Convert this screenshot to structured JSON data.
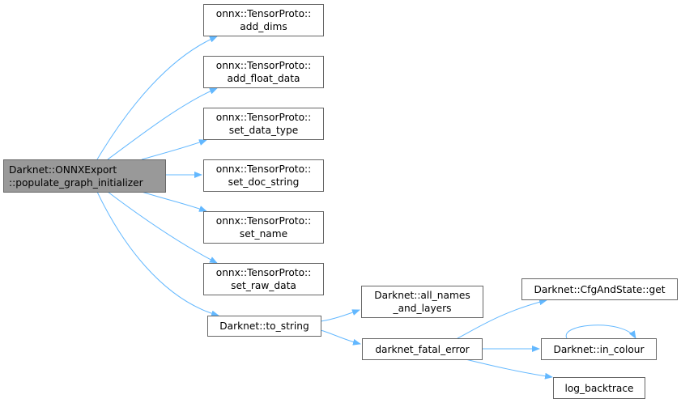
{
  "diagram": {
    "type": "call-graph",
    "edge_color": "#63b8ff",
    "root": {
      "id": "root",
      "lines": [
        "Darknet::ONNXExport",
        "::populate_graph_initializer"
      ]
    },
    "nodes": [
      {
        "id": "add_dims",
        "lines": [
          "onnx::TensorProto::",
          "add_dims"
        ]
      },
      {
        "id": "add_float_data",
        "lines": [
          "onnx::TensorProto::",
          "add_float_data"
        ]
      },
      {
        "id": "set_data_type",
        "lines": [
          "onnx::TensorProto::",
          "set_data_type"
        ]
      },
      {
        "id": "set_doc_string",
        "lines": [
          "onnx::TensorProto::",
          "set_doc_string"
        ]
      },
      {
        "id": "set_name",
        "lines": [
          "onnx::TensorProto::",
          "set_name"
        ]
      },
      {
        "id": "set_raw_data",
        "lines": [
          "onnx::TensorProto::",
          "set_raw_data"
        ]
      },
      {
        "id": "to_string",
        "lines": [
          "Darknet::to_string"
        ]
      },
      {
        "id": "all_names",
        "lines": [
          "Darknet::all_names",
          "_and_layers"
        ]
      },
      {
        "id": "fatal_error",
        "lines": [
          "darknet_fatal_error"
        ]
      },
      {
        "id": "cfg_get",
        "lines": [
          "Darknet::CfgAndState::get"
        ]
      },
      {
        "id": "in_colour",
        "lines": [
          "Darknet::in_colour"
        ]
      },
      {
        "id": "log_backtrace",
        "lines": [
          "log_backtrace"
        ]
      }
    ],
    "edges": [
      [
        "root",
        "add_dims"
      ],
      [
        "root",
        "add_float_data"
      ],
      [
        "root",
        "set_data_type"
      ],
      [
        "root",
        "set_doc_string"
      ],
      [
        "root",
        "set_name"
      ],
      [
        "root",
        "set_raw_data"
      ],
      [
        "root",
        "to_string"
      ],
      [
        "to_string",
        "all_names"
      ],
      [
        "to_string",
        "fatal_error"
      ],
      [
        "fatal_error",
        "cfg_get"
      ],
      [
        "fatal_error",
        "in_colour"
      ],
      [
        "fatal_error",
        "log_backtrace"
      ],
      [
        "in_colour",
        "in_colour"
      ]
    ]
  }
}
